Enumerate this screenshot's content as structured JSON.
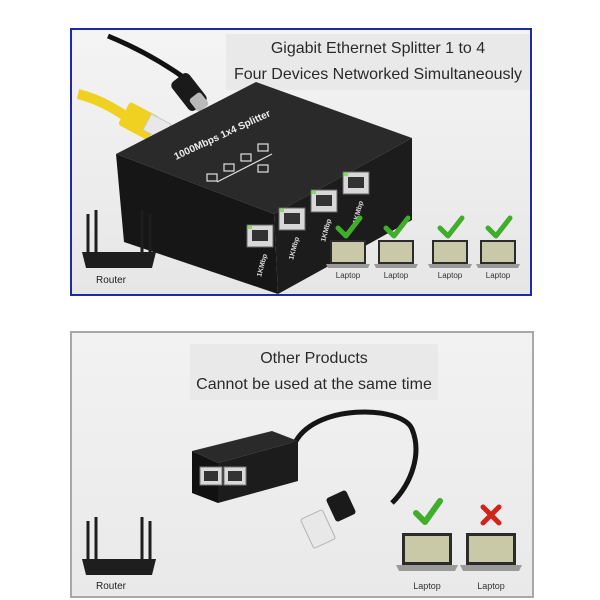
{
  "top_panel": {
    "title_line1": "Gigabit Ethernet Splitter 1 to 4",
    "title_line2": "Four Devices Networked Simultaneously",
    "device_label": "1000Mbps 1x4 Splitter",
    "port_label": "1KMbp",
    "router_label": "Router",
    "laptop_labels": [
      "Laptop",
      "Laptop",
      "Laptop",
      "Laptop"
    ],
    "status": [
      "check",
      "check",
      "check",
      "check"
    ]
  },
  "bottom_panel": {
    "title_line1": "Other Products",
    "title_line2": "Cannot be used at the same time",
    "router_label": "Router",
    "laptop_labels": [
      "Laptop",
      "Laptop"
    ],
    "status": [
      "check",
      "cross"
    ]
  },
  "colors": {
    "frame_blue": "#1f2aa8",
    "check_green": "#3fae2a",
    "cross_red": "#d3241c",
    "device_black": "#1b1b1b",
    "cable_yellow": "#f0d020"
  }
}
